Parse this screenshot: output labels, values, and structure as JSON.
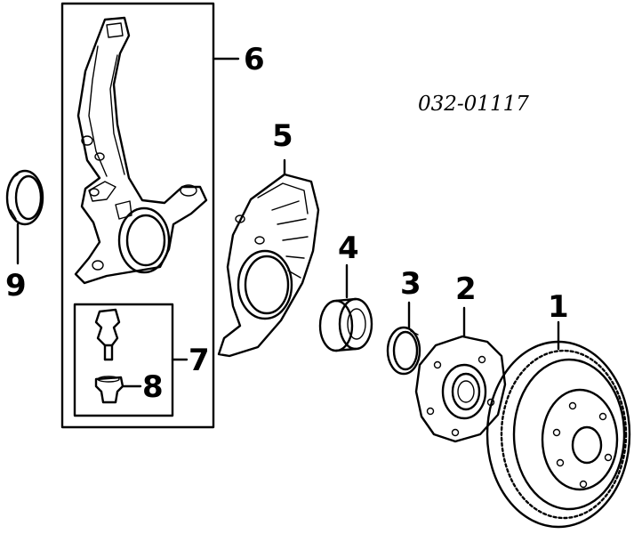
{
  "part_number": "032-01117",
  "callouts": {
    "c1": "1",
    "c2": "2",
    "c3": "3",
    "c4": "4",
    "c5": "5",
    "c6": "6",
    "c7": "7",
    "c8": "8",
    "c9": "9"
  },
  "colors": {
    "ink": "#000000",
    "paper": "#ffffff"
  }
}
